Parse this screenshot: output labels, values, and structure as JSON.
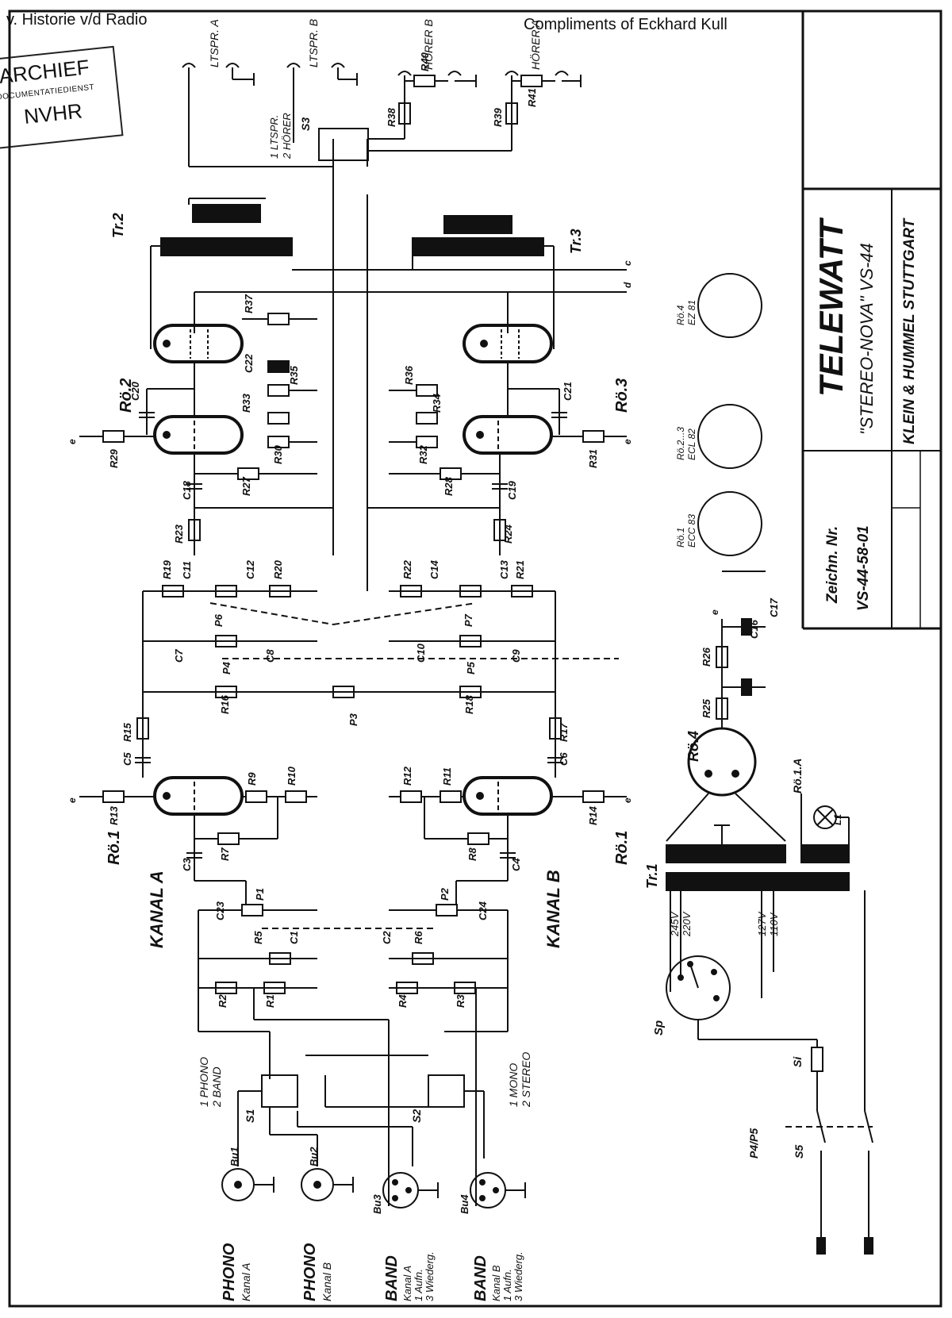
{
  "header": {
    "left_note": "v. Historie v/d Radio",
    "right_note_prefix": "Compliments of ",
    "right_note_name": "Eckhard Kull"
  },
  "stamp": {
    "line1": "ARCHIEF",
    "line2": "DOCUMENTATIEDIENST",
    "line3": "NVHR"
  },
  "title_block": {
    "brand": "TELEWATT",
    "model": "\"STEREO-NOVA\" VS-44",
    "company": "KLEIN & HUMMEL STUTTGART",
    "drawing_label": "Zeichn. Nr.",
    "drawing_number": "VS-44-58-01"
  },
  "schematic": {
    "channels": {
      "a": "KANAL A",
      "b": "KANAL B"
    },
    "inputs": [
      {
        "name": "PHONO",
        "sub": "Kanal A",
        "jack": "Bu1"
      },
      {
        "name": "PHONO",
        "sub": "Kanal B",
        "jack": "Bu2"
      },
      {
        "name": "BAND",
        "sub": "Kanal A",
        "sub2": "1 Aufn.",
        "sub3": "3 Wiederg.",
        "jack": "Bu3"
      },
      {
        "name": "BAND",
        "sub": "Kanal B",
        "sub2": "1 Aufn.",
        "sub3": "3 Wiederg.",
        "jack": "Bu4"
      }
    ],
    "switch_notes": {
      "s1_line1": "1 PHONO",
      "s1_line2": "2 BAND",
      "s2_line1": "1 MONO",
      "s2_line2": "2 STEREO",
      "s3_line1": "1 LTSPR.",
      "s3_line2": "2 HÖRER"
    },
    "outputs": [
      "LTSPR. A",
      "LTSPR. B",
      "HÖRER B",
      "HÖRER A"
    ],
    "tubes": [
      "Rö.1",
      "Rö.2",
      "Rö.3",
      "Rö.4",
      "Rö.1.A"
    ],
    "tube_types": [
      {
        "ref": "Rö.1",
        "type": "ECC 83"
      },
      {
        "ref": "Rö.2...3",
        "type": "ECL 82"
      },
      {
        "ref": "Rö.4",
        "type": "EZ 81"
      }
    ],
    "transformers": [
      "Tr.1",
      "Tr.2",
      "Tr.3"
    ],
    "mains_taps": [
      "245V",
      "220V",
      "127V",
      "110V"
    ],
    "misc": [
      "Sp",
      "L1",
      "P4/P5",
      "S5",
      "Si",
      "S1",
      "S2",
      "S3"
    ],
    "resistors": [
      "R1",
      "R2",
      "R3",
      "R4",
      "R5",
      "R6",
      "R7",
      "R8",
      "R9",
      "R10",
      "R11",
      "R12",
      "R13",
      "R14",
      "R15",
      "R16",
      "R17",
      "R18",
      "R19",
      "R20",
      "R21",
      "R22",
      "R23",
      "R24",
      "R25",
      "R26",
      "R27",
      "R28",
      "R29",
      "R30",
      "R31",
      "R32",
      "R33",
      "R34",
      "R35",
      "R36",
      "R37",
      "R38",
      "R39",
      "R40",
      "R41"
    ],
    "capacitors": [
      "C1",
      "C2",
      "C3",
      "C4",
      "C5",
      "C6",
      "C7",
      "C8",
      "C9",
      "C10",
      "C11",
      "C12",
      "C13",
      "C14",
      "C16",
      "C17",
      "C18",
      "C19",
      "C20",
      "C21",
      "C22",
      "C23",
      "C24"
    ],
    "pots": [
      "P1",
      "P2",
      "P3",
      "P4",
      "P5",
      "P6",
      "P7"
    ],
    "nodes": [
      "c",
      "d",
      "e"
    ]
  }
}
